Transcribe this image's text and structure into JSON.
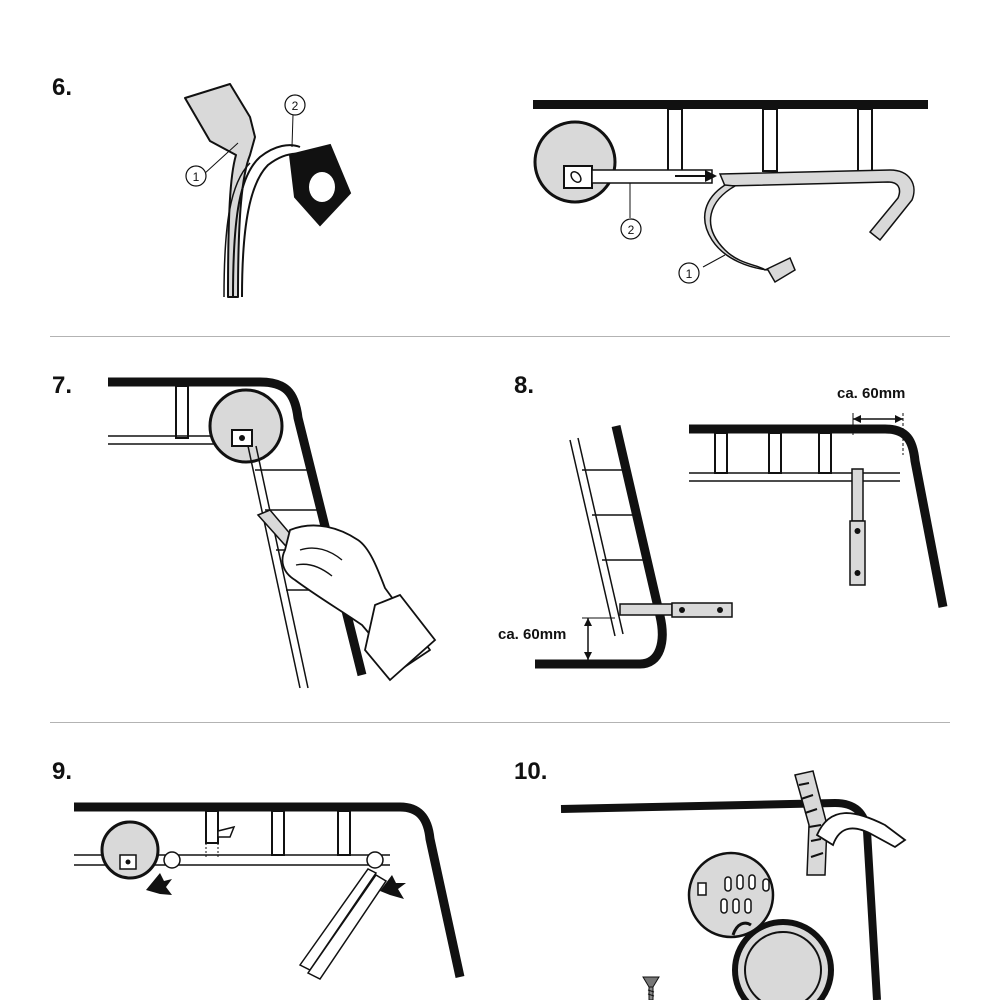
{
  "steps": [
    {
      "number": "6."
    },
    {
      "number": "7."
    },
    {
      "number": "8."
    },
    {
      "number": "9."
    },
    {
      "number": "10."
    }
  ],
  "callouts": {
    "one": "1",
    "two": "2"
  },
  "dimensions": {
    "top": "ca. 60mm",
    "side": "ca. 60mm"
  },
  "colors": {
    "line": "#111111",
    "fill_grey": "#d9d9d9",
    "divider": "#b3b3b3"
  }
}
